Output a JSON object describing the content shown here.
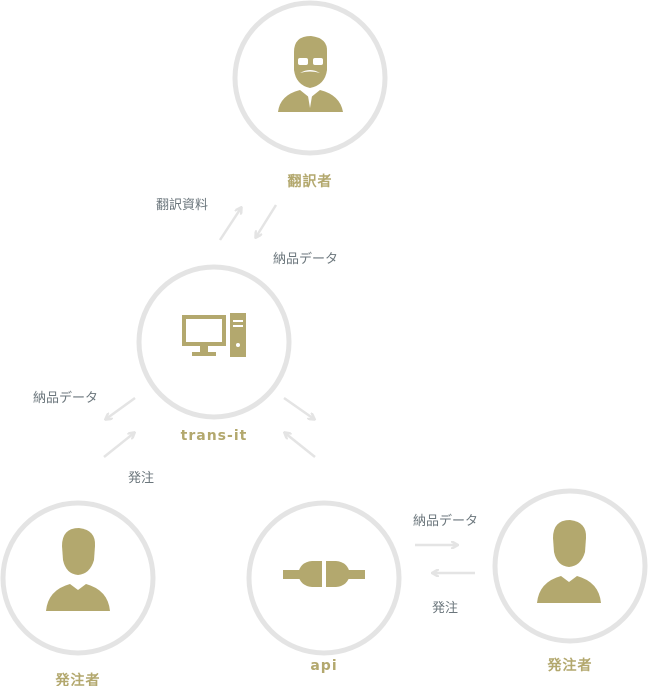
{
  "colors": {
    "accent": "#b3a86e",
    "ring": "#e4e4e4",
    "arrow": "#e4e4e4",
    "text": "#6b767c"
  },
  "nodes": {
    "translator": {
      "label": "翻訳者",
      "icon": "translator-person-icon"
    },
    "transit": {
      "label": "trans-it",
      "icon": "desktop-computer-icon"
    },
    "client_left": {
      "label": "発注者",
      "icon": "person-icon"
    },
    "api": {
      "label": "api",
      "icon": "plug-connector-icon"
    },
    "client_right": {
      "label": "発注者",
      "icon": "person-icon"
    }
  },
  "edges": {
    "translation_materials": "翻訳資料",
    "delivery_top": "納品データ",
    "delivery_left": "納品データ",
    "order_left": "発注",
    "delivery_right": "納品データ",
    "order_right": "発注"
  }
}
